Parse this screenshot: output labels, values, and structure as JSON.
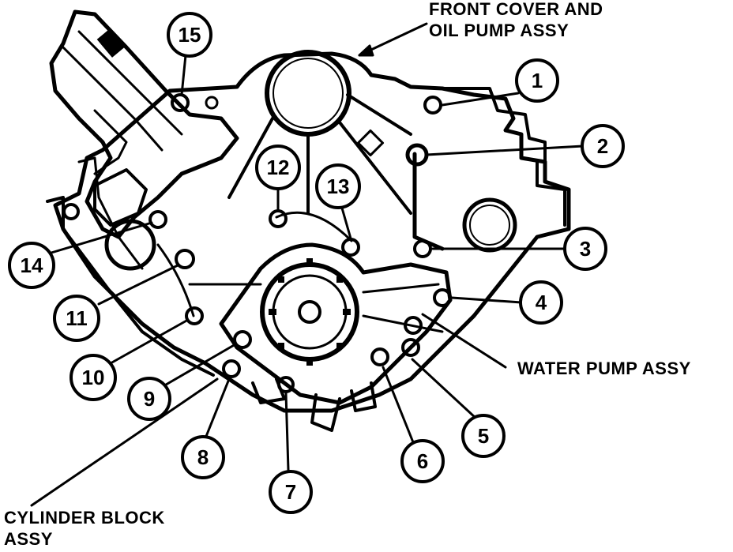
{
  "labels": {
    "front_cover_line1": "FRONT COVER AND",
    "front_cover_line2": "OIL PUMP ASSY",
    "water_pump": "WATER PUMP ASSY",
    "cylinder_block_line1": "CYLINDER BLOCK",
    "cylinder_block_line2": "ASSY"
  },
  "callouts": {
    "c1": "1",
    "c2": "2",
    "c3": "3",
    "c4": "4",
    "c5": "5",
    "c6": "6",
    "c7": "7",
    "c8": "8",
    "c9": "9",
    "c10": "10",
    "c11": "11",
    "c12": "12",
    "c13": "13",
    "c14": "14",
    "c15": "15"
  }
}
